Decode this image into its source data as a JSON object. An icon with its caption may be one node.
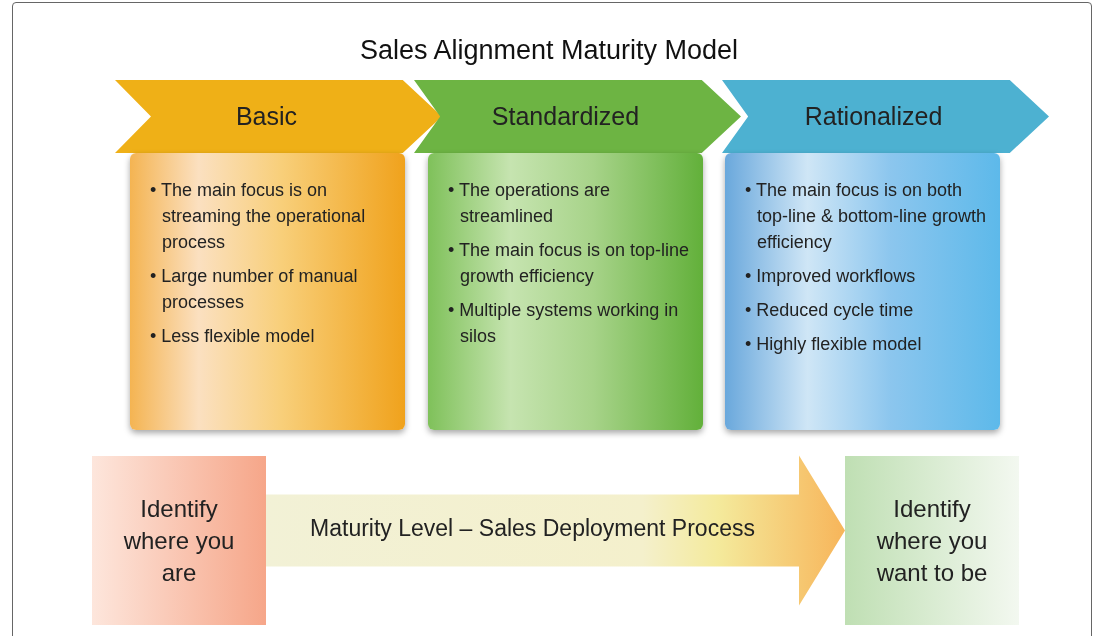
{
  "diagram": {
    "title": "Sales Alignment Maturity Model",
    "nodes": [
      {
        "text": [
          "Basic"
        ]
      },
      {
        "text": [
          "Standardized"
        ]
      },
      {
        "text": [
          "Rationalized"
        ]
      },
      {
        "text": [
          "• The main focus is on streaming the operational process",
          "• Large number of manual processes",
          "• Less flexible model"
        ]
      },
      {
        "text": [
          "• The operations are streamlined",
          "• The main focus is on top-line growth efficiency",
          "• Multiple systems working in silos"
        ]
      },
      {
        "text": [
          "• The main focus is on both top-line & bottom-line growth efficiency",
          "• Improved workflows",
          "• Reduced cycle time",
          "• Highly flexible model"
        ]
      },
      {
        "text": [
          "Identify where you are"
        ]
      },
      {
        "text": [
          "Identify where you want to be"
        ]
      }
    ],
    "edges": [
      {
        "from": 6,
        "to": 7,
        "arrow": "to",
        "label": "Maturity Level – Sales Deployment Process",
        "style": "thick"
      }
    ]
  }
}
